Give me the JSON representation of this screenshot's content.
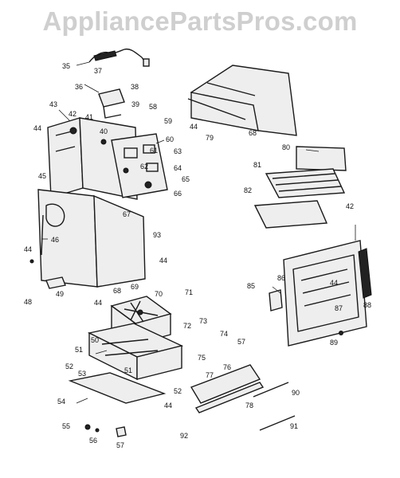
{
  "watermark": "AppliancePartsPros.com",
  "labels": [
    {
      "id": "35",
      "t": "35"
    },
    {
      "id": "37a",
      "t": "37"
    },
    {
      "id": "36",
      "t": "36"
    },
    {
      "id": "38",
      "t": "38"
    },
    {
      "id": "43",
      "t": "43"
    },
    {
      "id": "42",
      "t": "42"
    },
    {
      "id": "39",
      "t": "39"
    },
    {
      "id": "58",
      "t": "58"
    },
    {
      "id": "41",
      "t": "41"
    },
    {
      "id": "40",
      "t": "40"
    },
    {
      "id": "59",
      "t": "59"
    },
    {
      "id": "44a",
      "t": "44"
    },
    {
      "id": "60",
      "t": "60"
    },
    {
      "id": "61",
      "t": "61"
    },
    {
      "id": "63",
      "t": "63"
    },
    {
      "id": "62",
      "t": "62"
    },
    {
      "id": "64",
      "t": "64"
    },
    {
      "id": "65",
      "t": "65"
    },
    {
      "id": "66",
      "t": "66"
    },
    {
      "id": "45",
      "t": "45"
    },
    {
      "id": "67",
      "t": "67"
    },
    {
      "id": "46",
      "t": "46"
    },
    {
      "id": "93",
      "t": "93"
    },
    {
      "id": "44b",
      "t": "44"
    },
    {
      "id": "44c",
      "t": "44"
    },
    {
      "id": "68a",
      "t": "68"
    },
    {
      "id": "69",
      "t": "69"
    },
    {
      "id": "48",
      "t": "48"
    },
    {
      "id": "49",
      "t": "49"
    },
    {
      "id": "44d",
      "t": "44"
    },
    {
      "id": "70",
      "t": "70"
    },
    {
      "id": "71",
      "t": "71"
    },
    {
      "id": "72",
      "t": "72"
    },
    {
      "id": "73",
      "t": "73"
    },
    {
      "id": "74",
      "t": "74"
    },
    {
      "id": "50",
      "t": "50"
    },
    {
      "id": "57a",
      "t": "57"
    },
    {
      "id": "51a",
      "t": "51"
    },
    {
      "id": "52a",
      "t": "52"
    },
    {
      "id": "51b",
      "t": "51"
    },
    {
      "id": "75",
      "t": "75"
    },
    {
      "id": "76",
      "t": "76"
    },
    {
      "id": "53",
      "t": "53"
    },
    {
      "id": "77",
      "t": "77"
    },
    {
      "id": "52b",
      "t": "52"
    },
    {
      "id": "54",
      "t": "54"
    },
    {
      "id": "44e",
      "t": "44"
    },
    {
      "id": "78",
      "t": "78"
    },
    {
      "id": "90",
      "t": "90"
    },
    {
      "id": "55",
      "t": "55"
    },
    {
      "id": "56",
      "t": "56"
    },
    {
      "id": "57b",
      "t": "57"
    },
    {
      "id": "92",
      "t": "92"
    },
    {
      "id": "91",
      "t": "91"
    },
    {
      "id": "44f",
      "t": "44"
    },
    {
      "id": "79",
      "t": "79"
    },
    {
      "id": "68b",
      "t": "68"
    },
    {
      "id": "80",
      "t": "80"
    },
    {
      "id": "81",
      "t": "81"
    },
    {
      "id": "82",
      "t": "82"
    },
    {
      "id": "42b",
      "t": "42"
    },
    {
      "id": "85",
      "t": "85"
    },
    {
      "id": "86",
      "t": "86"
    },
    {
      "id": "44g",
      "t": "44"
    },
    {
      "id": "87",
      "t": "87"
    },
    {
      "id": "88",
      "t": "88"
    },
    {
      "id": "89",
      "t": "89"
    }
  ]
}
